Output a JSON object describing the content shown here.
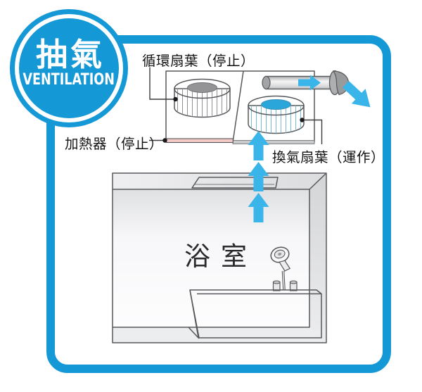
{
  "badge": {
    "title_zh": "抽氣",
    "title_en": "VENTILATION"
  },
  "labels": {
    "circulation_fan": "循環扇葉（停止）",
    "heater": "加熱器（停止）",
    "exhaust_fan": "換氣扇葉（運作）",
    "room": "浴室"
  },
  "icons": {
    "airflow_up": "up-arrow-icon",
    "airflow_duct": "right-arrow-icon",
    "airflow_exhaust": "down-right-arrow-icon"
  },
  "colors": {
    "frame_blue": "#1598D6",
    "arrow_cyan": "#3AB5E9",
    "fan_blue_top": "#5AC0E8",
    "fan_blue_side": "#C9E9F7",
    "fan_blue_hole": "#2AA6DB",
    "fan_gray_top": "#CBCBCD",
    "fan_gray_side": "#E6E6E8",
    "fan_gray_hole": "#949497",
    "heater_pink": "#F2C9C4",
    "line_gray": "#56585B"
  }
}
